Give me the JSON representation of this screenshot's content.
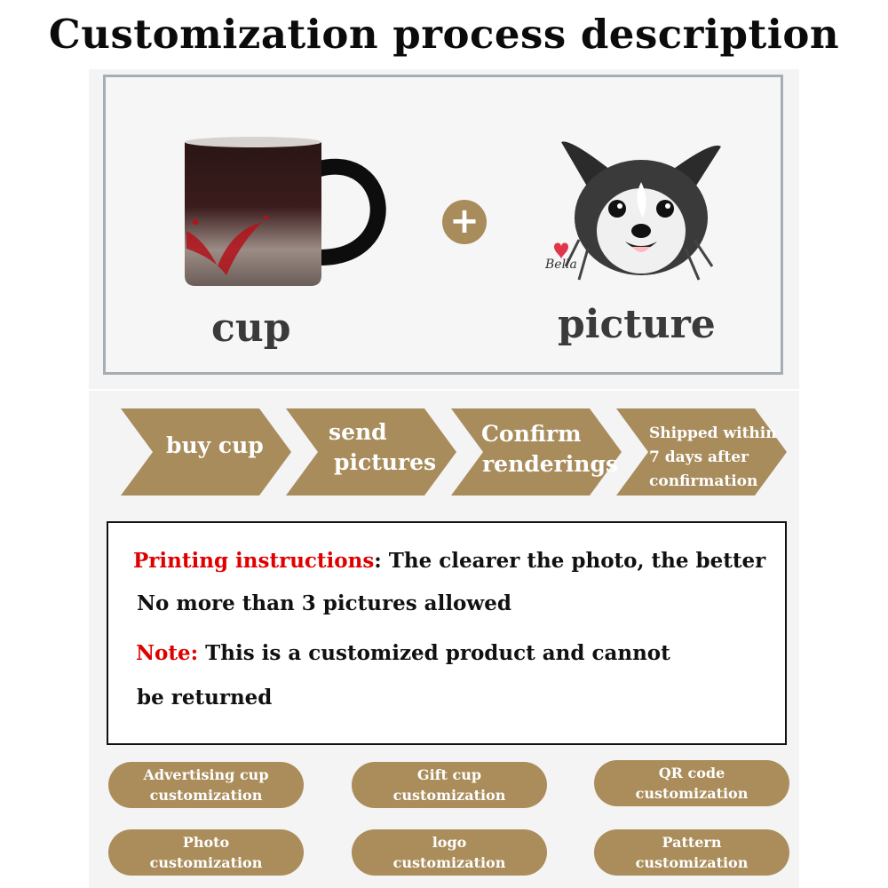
{
  "title": "Customization process description",
  "products": {
    "cup_label": "cup",
    "picture_label": "picture",
    "plus_symbol": "+",
    "pet_name": "Bella"
  },
  "steps": [
    {
      "line1": "buy cup",
      "line2": "",
      "line3": ""
    },
    {
      "line1": "send",
      "line2": "pictures",
      "line3": ""
    },
    {
      "line1": "Confirm",
      "line2": "renderings",
      "line3": ""
    },
    {
      "line1": "Shipped within",
      "line2": "7 days after",
      "line3": "confirmation"
    }
  ],
  "instructions": {
    "printing_label": "Printing instructions",
    "printing_text": ": The clearer the photo, the better",
    "limit_text": "No more than 3 pictures allowed",
    "note_label": "Note:",
    "note_text": " This is a customized product and cannot",
    "note_text2": "be returned"
  },
  "options": [
    {
      "line1": "Advertising cup",
      "line2": "customization"
    },
    {
      "line1": "Gift cup",
      "line2": "customization"
    },
    {
      "line1": "QR code",
      "line2": "customization"
    },
    {
      "line1": "Photo",
      "line2": "customization"
    },
    {
      "line1": "logo",
      "line2": "customization"
    },
    {
      "line1": "Pattern",
      "line2": "customization"
    }
  ],
  "colors": {
    "accent_gold": "#a88c5c",
    "highlight_red": "#e00000",
    "text_dark": "#111111"
  }
}
